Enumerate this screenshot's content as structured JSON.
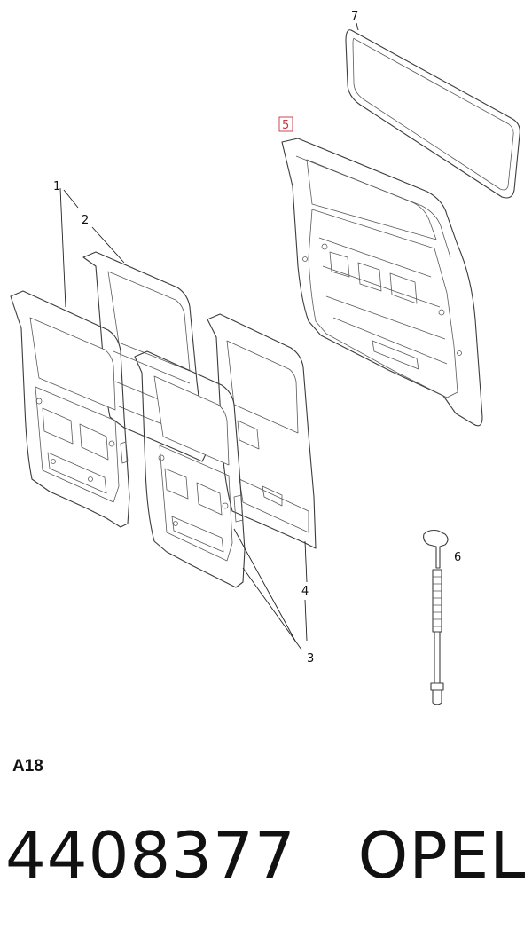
{
  "diagram": {
    "callouts": [
      {
        "id": "1",
        "label": "1",
        "highlighted": false
      },
      {
        "id": "2",
        "label": "2",
        "highlighted": false
      },
      {
        "id": "3",
        "label": "3",
        "highlighted": false
      },
      {
        "id": "4",
        "label": "4",
        "highlighted": false
      },
      {
        "id": "5",
        "label": "5",
        "highlighted": true
      },
      {
        "id": "6",
        "label": "6",
        "highlighted": false
      },
      {
        "id": "7",
        "label": "7",
        "highlighted": false
      }
    ],
    "highlight_color": "#cc3344",
    "line_color": "#3c3c3c"
  },
  "footer": {
    "section_code": "A18",
    "part_number": "4408377",
    "brand": "OPEL"
  }
}
